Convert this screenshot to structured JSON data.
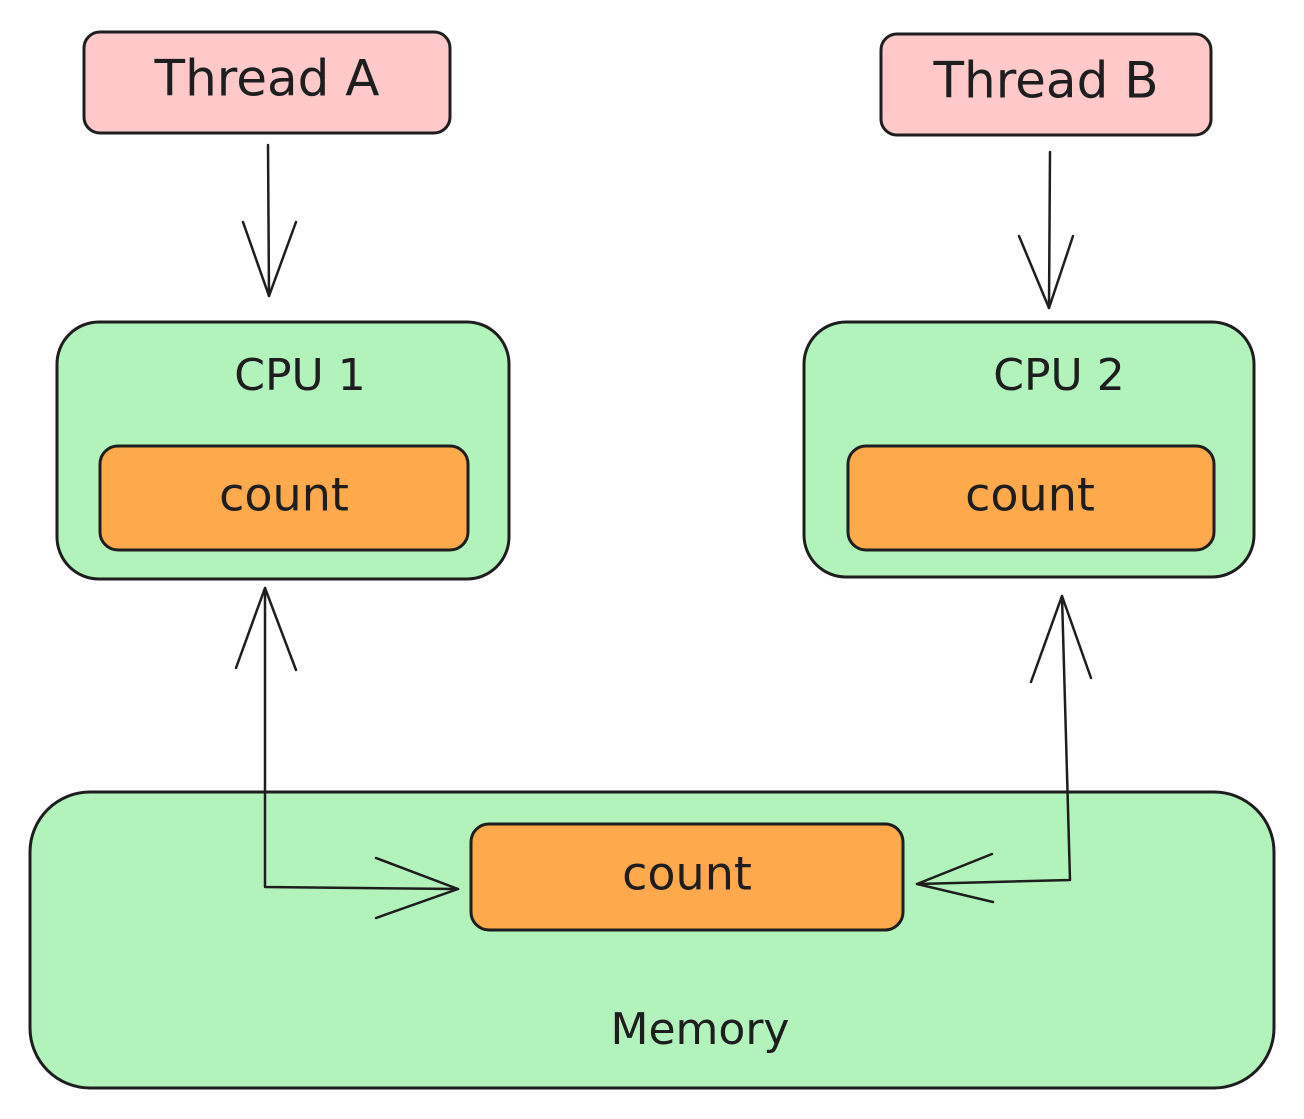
{
  "threads": {
    "a": {
      "label": "Thread A"
    },
    "b": {
      "label": "Thread B"
    }
  },
  "cpus": {
    "cpu1": {
      "label": "CPU 1",
      "cache_label": "count"
    },
    "cpu2": {
      "label": "CPU 2",
      "cache_label": "count"
    }
  },
  "memory": {
    "label": "Memory",
    "variable_label": "count"
  },
  "colors": {
    "thread_fill": "#ffc9c9",
    "cpu_fill": "#b2f2bb",
    "count_fill": "#ffa94d",
    "memory_fill": "#b2f2bb",
    "stroke": "#1e1e1e"
  }
}
